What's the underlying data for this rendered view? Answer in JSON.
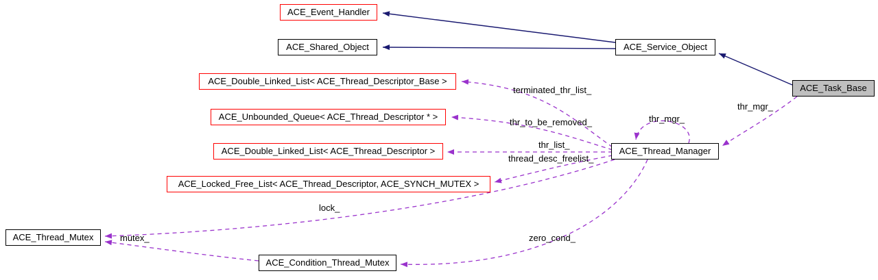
{
  "diagram": {
    "kind": "collaboration-graph",
    "colors": {
      "inheritance_edge": "#191970",
      "usage_edge": "#9a32cc",
      "external_node_border": "#ff0000",
      "node_border": "#000000",
      "current_node_fill": "#bfbfbf"
    },
    "nodes": [
      {
        "label": "ACE_Event_Handler"
      },
      {
        "label": "ACE_Shared_Object"
      },
      {
        "label": "ACE_Double_Linked_List< ACE_Thread_Descriptor_Base >"
      },
      {
        "label": "ACE_Unbounded_Queue< ACE_Thread_Descriptor * >"
      },
      {
        "label": "ACE_Double_Linked_List< ACE_Thread_Descriptor >"
      },
      {
        "label": "ACE_Locked_Free_List< ACE_Thread_Descriptor, ACE_SYNCH_MUTEX >"
      },
      {
        "label": "ACE_Thread_Mutex"
      },
      {
        "label": "ACE_Condition_Thread_Mutex"
      },
      {
        "label": "ACE_Service_Object"
      },
      {
        "label": "ACE_Thread_Manager"
      },
      {
        "label": "ACE_Task_Base"
      }
    ],
    "edges": {
      "terminated_thr_list": {
        "label": "terminated_thr_list_"
      },
      "thr_to_be_removed": {
        "label": "thr_to_be_removed_"
      },
      "thr_list": {
        "label": "thr_list_"
      },
      "thread_desc_freelist": {
        "label": "thread_desc_freelist_"
      },
      "lock": {
        "label": "lock_"
      },
      "mutex": {
        "label": "mutex_"
      },
      "zero_cond": {
        "label": "zero_cond_"
      },
      "thr_mgr_self": {
        "label": "thr_mgr_"
      },
      "thr_mgr_task": {
        "label": "thr_mgr_"
      }
    }
  }
}
